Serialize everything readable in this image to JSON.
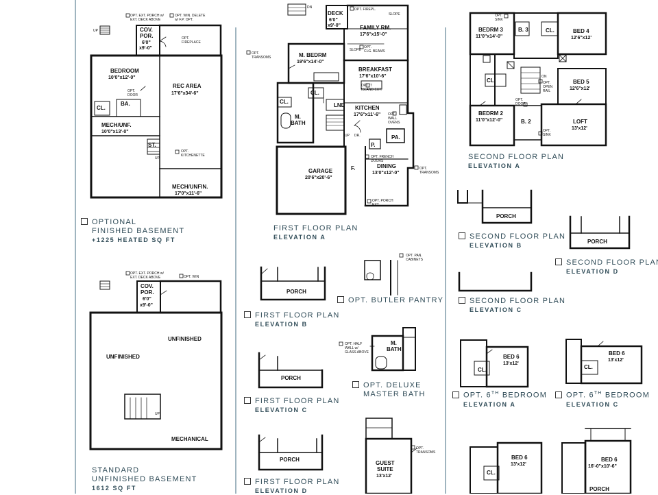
{
  "colors": {
    "caption": "#2f4b57",
    "divider": "#9fb4bf",
    "wall": "#111111"
  },
  "captions": {
    "opt_finished_basement": {
      "title": "OPTIONAL",
      "line2": "FINISHED BASEMENT",
      "sub": "+1225 HEATED SQ FT"
    },
    "standard_basement": {
      "title": "STANDARD",
      "line2": "UNFINISHED BASEMENT",
      "sub": "1612 SQ FT"
    },
    "first_floor_a": {
      "title": "FIRST FLOOR PLAN",
      "sub": "ELEVATION A"
    },
    "first_floor_b": {
      "title": "FIRST FLOOR PLAN",
      "sub": "ELEVATION B"
    },
    "first_floor_c": {
      "title": "FIRST FLOOR PLAN",
      "sub": "ELEVATION C"
    },
    "first_floor_d": {
      "title": "FIRST FLOOR PLAN",
      "sub": "ELEVATION D"
    },
    "butler_pantry": {
      "title": "OPT. BUTLER PANTRY"
    },
    "deluxe_bath": {
      "title": "OPT. DELUXE",
      "line2": "MASTER BATH"
    },
    "second_floor_a": {
      "title": "SECOND FLOOR PLAN",
      "sub": "ELEVATION A"
    },
    "second_floor_b": {
      "title": "SECOND FLOOR PLAN",
      "sub": "ELEVATION B"
    },
    "second_floor_c": {
      "title": "SECOND FLOOR PLAN",
      "sub": "ELEVATION C"
    },
    "second_floor_d": {
      "title": "SECOND FLOOR PLAN",
      "sub": "ELEVATION D"
    },
    "opt_6th_bedroom_a": {
      "title": "OPT. 6",
      "sup": "TH",
      "title2": " BEDROOM",
      "sub": "ELEVATION A"
    },
    "opt_6th_bedroom_c": {
      "title": "OPT. 6",
      "sup": "TH",
      "title2": " BEDROOM",
      "sub": "ELEVATION C"
    }
  },
  "rooms": {
    "cov_por": "COV.",
    "cov_por2": "POR.",
    "cov_por_dim": "6'0\"",
    "cov_por_dim2": "x9'-0\"",
    "bedroom": "BEDROOM",
    "bedroom_dim": "10'0\"x12'-0\"",
    "rec_area": "REC AREA",
    "rec_area_dim": "17'6\"x34'-6\"",
    "ba": "BA.",
    "cl": "CL.",
    "mech_unf": "MECH/UNF.",
    "mech_unf_dim": "10'0\"x13'-0\"",
    "st": "ST.",
    "mech_unfin": "MECH/UNFIN.",
    "mech_unfin_dim": "17'0\"x11'-6\"",
    "unfinished": "UNFINISHED",
    "mechanical": "MECHANICAL",
    "deck": "DECK",
    "deck_dim": "6'0\"",
    "deck_dim2": "x9'-0\"",
    "family_rm": "FAMILY RM.",
    "family_rm_dim": "17'6\"x15'-0\"",
    "m_bedrm": "M. BEDRM",
    "m_bedrm_dim": "19'6\"x14'-0\"",
    "breakfast": "BREAKFAST",
    "breakfast_dim": "17'6\"x10'-6\"",
    "lnd": "LND",
    "m_bath": "M.",
    "m_bath2": "BATH",
    "kitchen": "KITCHEN",
    "kitchen_dim": "17'6\"x11'-6\"",
    "pa": "PA.",
    "p": "P.",
    "f": "F.",
    "dining": "DINING",
    "dining_dim": "13'0\"x12'-0\"",
    "garage": "GARAGE",
    "garage_dim": "20'6\"x20'-6\"",
    "porch": "PORCH",
    "guest_suite": "GUEST",
    "guest_suite2": "SUITE",
    "guest_suite_dim": "13'x12'",
    "bedrm3": "BEDRM 3",
    "bedrm3_dim": "11'0\"x14'-0\"",
    "b3": "B. 3",
    "bed4": "BED 4",
    "bed4_dim": "12'6\"x12'",
    "bed5": "BED 5",
    "bed5_dim": "12'6\"x12'",
    "bedrm2": "BEDRM 2",
    "bedrm2_dim": "11'0\"x12'-0\"",
    "b2": "B. 2",
    "loft": "LOFT",
    "loft_dim": "13'x12'",
    "bed6": "BED 6",
    "bed6_dim": "13'x12'",
    "bed6_dim_wide": "16'-0\"x10'-6\""
  },
  "notes": {
    "opt_ext_porch": "OPT. EXT. PORCH w/",
    "opt_ext_deck": "EXT. DECK ABOVE",
    "opt_win_delete": "OPT. WIN. DELETE",
    "w_fp": "w/ F.P. OPT.",
    "opt_fireplace": "OPT.",
    "fireplace": "FIREPLACE",
    "opt_door": "OPT.",
    "door": "DOOR",
    "opt_kitchenette": "OPT.",
    "kitchenette": "KITCHENETTE",
    "up": "UP",
    "dn": "DN",
    "opt_win": "OPT. WIN",
    "opt_transoms": "OPT.",
    "transoms": "TRANSOMS",
    "firepl": "OPT. FIREPL.",
    "slope": "SLOPE",
    "opt_clg_beams": "OPT.",
    "clg_beams": "CLG. BEAMS",
    "opt_island": "OPT. 'I'",
    "island_ext": "ISLAND EXT.",
    "opt_wall_ovens": "OPT.",
    "wall": "WALL",
    "ovens": "OVENS",
    "dr": "DR.",
    "opt_french": "OPT. FRENCH",
    "doors": "DOORS",
    "opt_porch_ext": "OPT. PORCH",
    "ext": "EXT.",
    "opt_pan_cabinets": "OPT. PAN.",
    "cabinets": "CABINETS",
    "opt_half_wall": "OPT. HALF",
    "wall_w": "WALL w/",
    "glass_above": "GLASS ABOVE",
    "opt_sink": "OPT.",
    "sink": "SINK",
    "opt_open_rail": "OPT.",
    "open": "OPEN",
    "rail": "RAIL",
    "opt_door2": "OPT.",
    "door2": "DOOR",
    "on": "ON"
  }
}
